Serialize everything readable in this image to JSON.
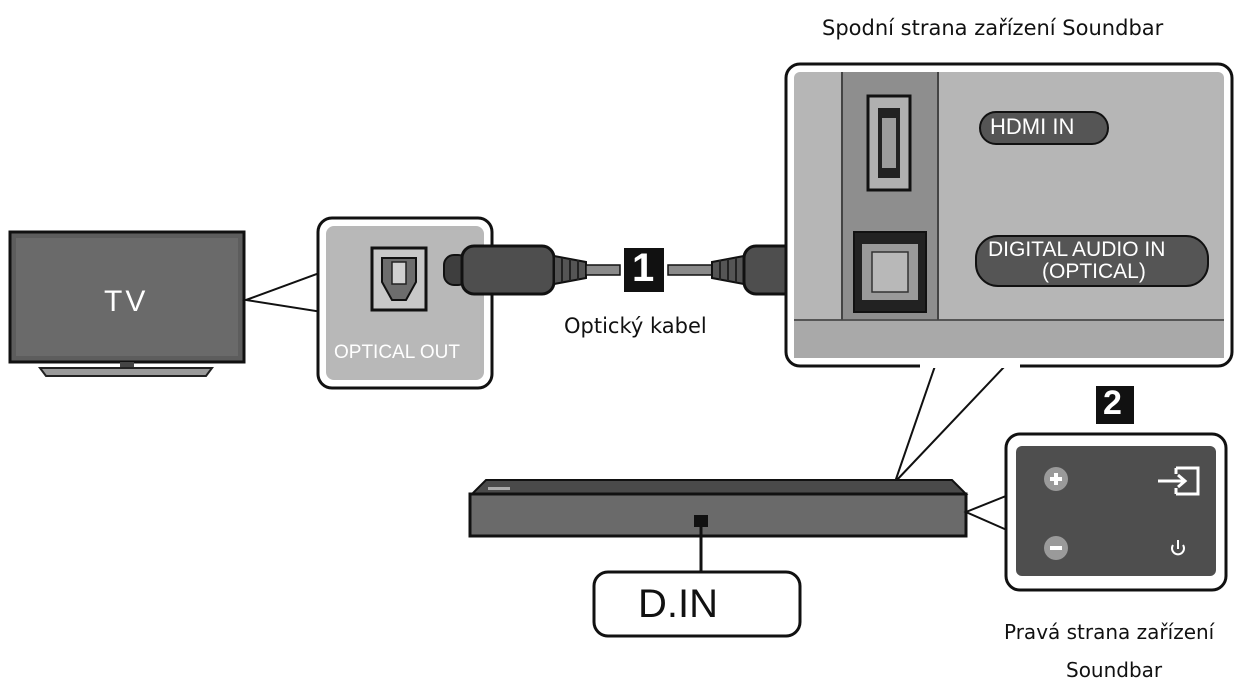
{
  "title_bottom_side": "Spodní strana zařízení Soundbar",
  "tv_label": "TV",
  "optical_out_label": "OPTICAL OUT",
  "cable_step": "1",
  "cable_label": "Optický kabel",
  "hdmi_in_label": "HDMI IN",
  "digital_audio_line1": "DIGITAL AUDIO IN",
  "digital_audio_line2": "(OPTICAL)",
  "step2": "2",
  "din_label": "D.IN",
  "right_side_line1": "Pravá strana zařízení",
  "right_side_line2": "Soundbar",
  "icons": [
    "volume-up-icon",
    "volume-down-icon",
    "input-source-icon",
    "power-icon"
  ],
  "colors": {
    "device_gray": "#5a5a5a",
    "panel_gray": "#b4b4b4",
    "outline": "#111111"
  }
}
